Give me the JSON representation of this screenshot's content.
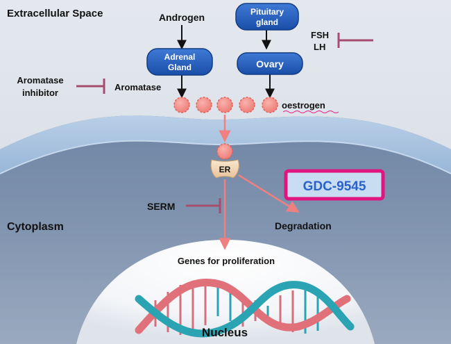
{
  "regions": {
    "extracellular": "Extracellular Space",
    "cytoplasm": "Cytoplasm",
    "nucleus": "Nucleus"
  },
  "nodes": {
    "androgen": "Androgen",
    "adrenal_line1": "Adrenal",
    "adrenal_line2": "Gland",
    "pituitary_line1": "Pituitary",
    "pituitary_line2": "gland",
    "ovary": "Ovary",
    "fsh": "FSH",
    "lh": "LH",
    "aromatase_inhibitor_line1": "Aromatase",
    "aromatase_inhibitor_line2": "inhibitor",
    "aromatase": "Aromatase",
    "oestrogen": "oestrogen",
    "er": "ER",
    "serm": "SERM",
    "degradation": "Degradation",
    "genes": "Genes for proliferation"
  },
  "drug": {
    "label": "GDC-9545",
    "border_color": "#e0157f",
    "text_color": "#2a62c9"
  },
  "colors": {
    "node_blue": "#1f56b5",
    "oestrogen_pink": "#f28b86",
    "inhibit_maroon": "#a64d6f",
    "pink_arrow": "#f08080",
    "dna_teal": "#2aa3b3",
    "dna_pink": "#e0707a"
  }
}
